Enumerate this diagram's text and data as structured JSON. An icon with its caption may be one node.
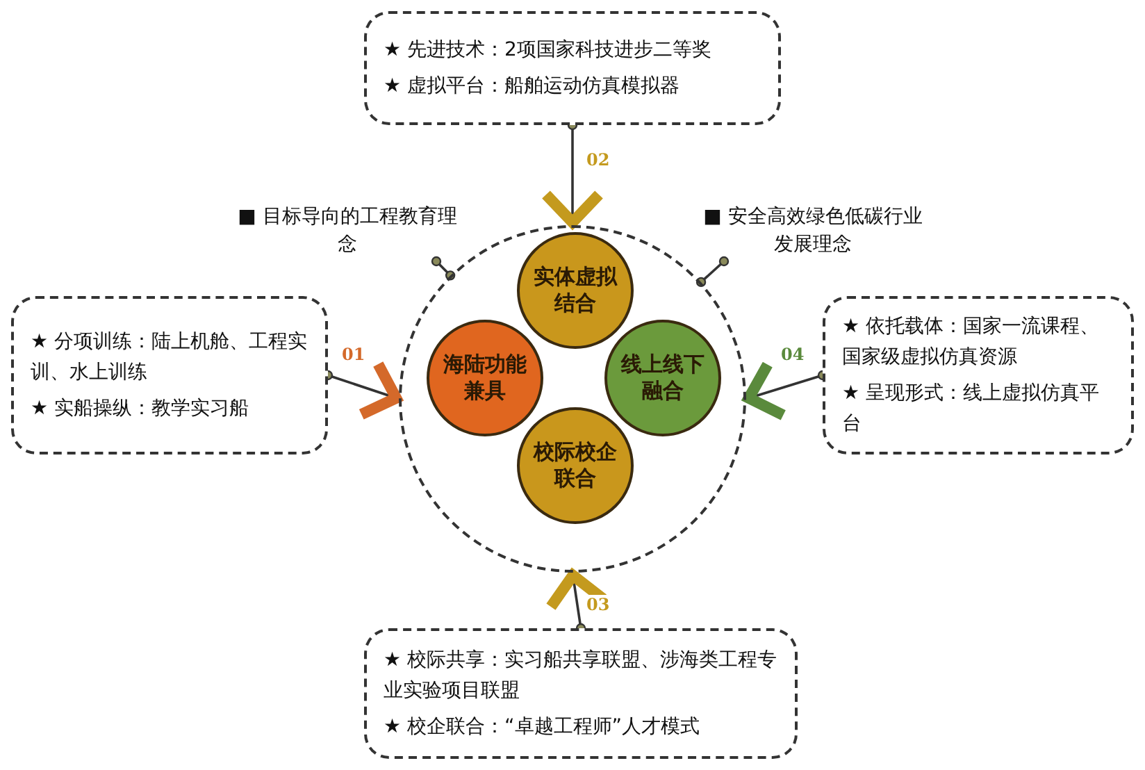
{
  "diagram": {
    "nodes": [
      {
        "text": [
          "★ 先进技术：2项国家科技进步二等奖",
          "★ 虚拟平台：船舶运动仿真模拟器"
        ]
      },
      {
        "text": [
          "■ 目标导向的工程教育理念"
        ]
      },
      {
        "text": [
          "■ 安全高效绿色低碳行业发展理念"
        ]
      },
      {
        "text": [],
        "shape": "circle"
      },
      {
        "text": [
          "实体虚拟结合"
        ],
        "in": 3
      },
      {
        "text": [
          "海陆功能兼具"
        ],
        "in": 3
      },
      {
        "text": [
          "线上线下融合"
        ],
        "in": 3
      },
      {
        "text": [
          "校际校企联合"
        ],
        "in": 3
      },
      {
        "text": [
          "★ 分项训练：陆上机舱、工程实训、水上训练",
          "★ 实船操纵：教学实习船"
        ]
      },
      {
        "text": [
          "★ 依托载体：国家一流课程、国家级虚拟仿真资源",
          "★ 呈现形式：线上虚拟仿真平台"
        ]
      },
      {
        "text": [
          "★ 校际共享：实习船共享联盟、涉海类工程专业实验项目联盟",
          "★ 校企联合：“卓越工程师”人才模式"
        ]
      }
    ],
    "edges": [
      {
        "from": 0,
        "to": 3,
        "arrow": "to",
        "label": "02"
      },
      {
        "from": 8,
        "to": 3,
        "arrow": "to",
        "label": "01"
      },
      {
        "from": 9,
        "to": 3,
        "arrow": "to",
        "label": "04"
      },
      {
        "from": 10,
        "to": 3,
        "arrow": "to",
        "label": "03"
      },
      {
        "from": 1,
        "to": 3,
        "arrow": "other"
      },
      {
        "from": 2,
        "to": 3,
        "arrow": "other"
      }
    ]
  }
}
